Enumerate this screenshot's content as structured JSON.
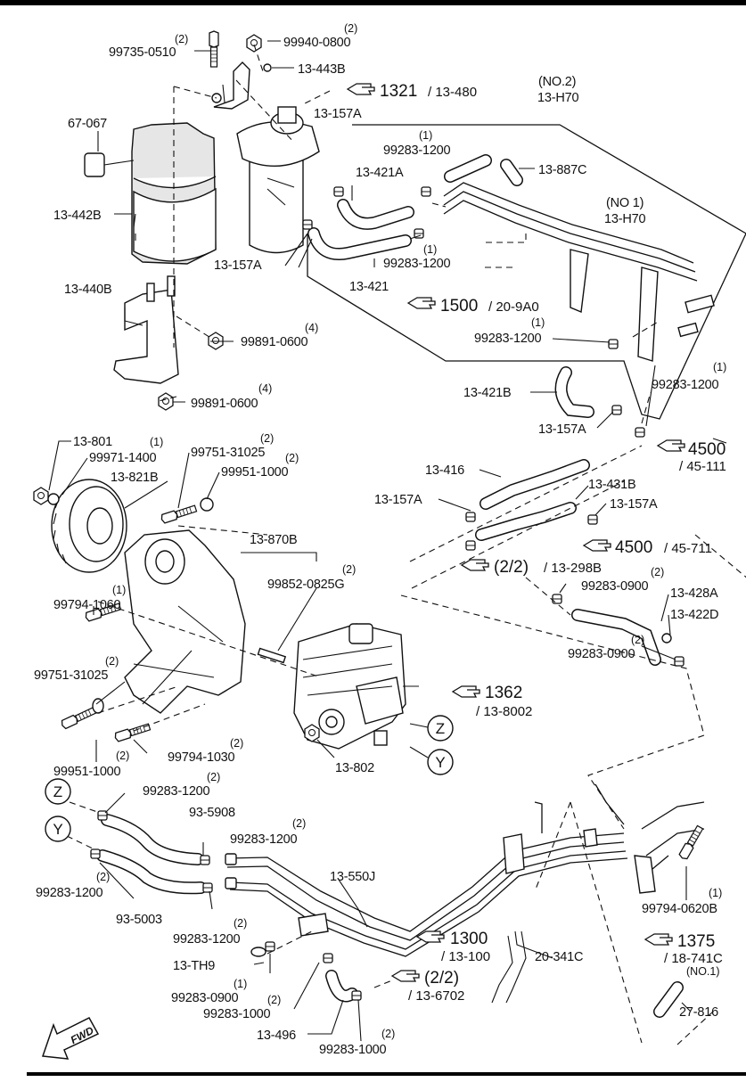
{
  "border": {
    "color": "#000000"
  },
  "labels": {
    "l_99735_0510": "99735-0510",
    "q_99735_0510": "(2)",
    "l_99940_0800": "99940-0800",
    "q_99940_0800": "(2)",
    "l_13_443B": "13-443B",
    "l_67_067": "67-067",
    "l_13_442B": "13-442B",
    "l_13_440B": "13-440B",
    "l_99891_0600a": "99891-0600",
    "q_99891_0600a": "(4)",
    "l_99891_0600b": "99891-0600",
    "q_99891_0600b": "(4)",
    "l_13_157A_top": "13-157A",
    "l_13_157A_mid": "13-157A",
    "l_13_421A": "13-421A",
    "l_99283_1200_a": "99283-1200",
    "q_99283_1200_a": "(1)",
    "l_99283_1200_b": "99283-1200",
    "q_99283_1200_b": "(1)",
    "l_13_421": "13-421",
    "l_no2": "(NO.2)",
    "l_13_H70_no2": "13-H70",
    "l_13_887C": "13-887C",
    "l_no1": "(NO 1)",
    "l_13_H70_no1": "13-H70",
    "l_99283_1200_c": "99283-1200",
    "q_99283_1200_c": "(1)",
    "l_99283_1200_d": "99283-1200",
    "q_99283_1200_d": "(1)",
    "l_13_421B": "13-421B",
    "l_13_157A_r": "13-157A",
    "l_13_801": "13-801",
    "l_99971_1400": "99971-1400",
    "q_99971_1400": "(1)",
    "l_99751_31025_a": "99751-31025",
    "q_99751_31025_a": "(2)",
    "l_99951_1000_a": "99951-1000",
    "q_99951_1000_a": "(2)",
    "l_13_821B": "13-821B",
    "l_13_870B": "13-870B",
    "l_99852_0825G": "99852-0825G",
    "q_99852_0825G": "(2)",
    "l_99794_1060": "99794-1060",
    "q_99794_1060": "(1)",
    "l_99751_31025_b": "99751-31025",
    "q_99751_31025_b": "(2)",
    "l_99951_1000_b": "99951-1000",
    "q_99951_1000_b": "(2)",
    "l_99794_1030": "99794-1030",
    "q_99794_1030": "(2)",
    "l_13_802": "13-802",
    "l_13_416": "13-416",
    "l_13_431B": "13-431B",
    "l_13_157A_p": "13-157A",
    "l_13_157A_q": "13-157A",
    "l_99283_0900_a": "99283-0900",
    "q_99283_0900_a": "(2)",
    "l_13_428A": "13-428A",
    "l_13_422D": "13-422D",
    "l_99283_0900_b": "99283-0900",
    "q_99283_0900_b": "(2)",
    "l_99283_1200_e": "99283-1200",
    "q_99283_1200_e": "(2)",
    "l_93_5908": "93-5908",
    "l_99283_1200_f": "99283-1200",
    "q_99283_1200_f": "(2)",
    "l_99283_1200_g": "99283-1200",
    "q_99283_1200_g": "(2)",
    "l_93_5003": "93-5003",
    "l_99283_1200_h": "99283-1200",
    "q_99283_1200_h": "(2)",
    "l_13_550J": "13-550J",
    "l_13_TH9": "13-TH9",
    "l_99283_0900_c": "99283-0900",
    "q_99283_0900_c": "(1)",
    "l_99283_1000_a": "99283-1000",
    "q_99283_1000_a": "(2)",
    "l_13_496": "13-496",
    "l_99283_1000_b": "99283-1000",
    "q_99283_1000_b": "(2)",
    "l_20_341C": "20-341C",
    "l_99794_0620B": "99794-0620B",
    "q_99794_0620B": "(1)",
    "l_no1b": "(NO.1)",
    "l_27_816": "27-816"
  },
  "refs": {
    "r1321": {
      "num": "1321",
      "sub": "/ 13-480"
    },
    "r1500": {
      "num": "1500",
      "sub": "/ 20-9A0"
    },
    "r4500a": {
      "num": "4500",
      "sub": "/ 45-111"
    },
    "r4500b": {
      "num": "4500",
      "sub": "/ 45-711"
    },
    "r22a": {
      "num": "(2/2)",
      "sub": "/ 13-298B"
    },
    "r1362": {
      "num": "1362",
      "sub": "/ 13-8002"
    },
    "r1300": {
      "num": "1300",
      "sub": "/ 13-100"
    },
    "r22b": {
      "num": "(2/2)",
      "sub": "/ 13-6702"
    },
    "r1375": {
      "num": "1375",
      "sub": "/ 18-741C"
    }
  },
  "markers": {
    "z1": "Z",
    "y1": "Y",
    "z2": "Z",
    "y2": "Y"
  },
  "fwd": "FWD"
}
